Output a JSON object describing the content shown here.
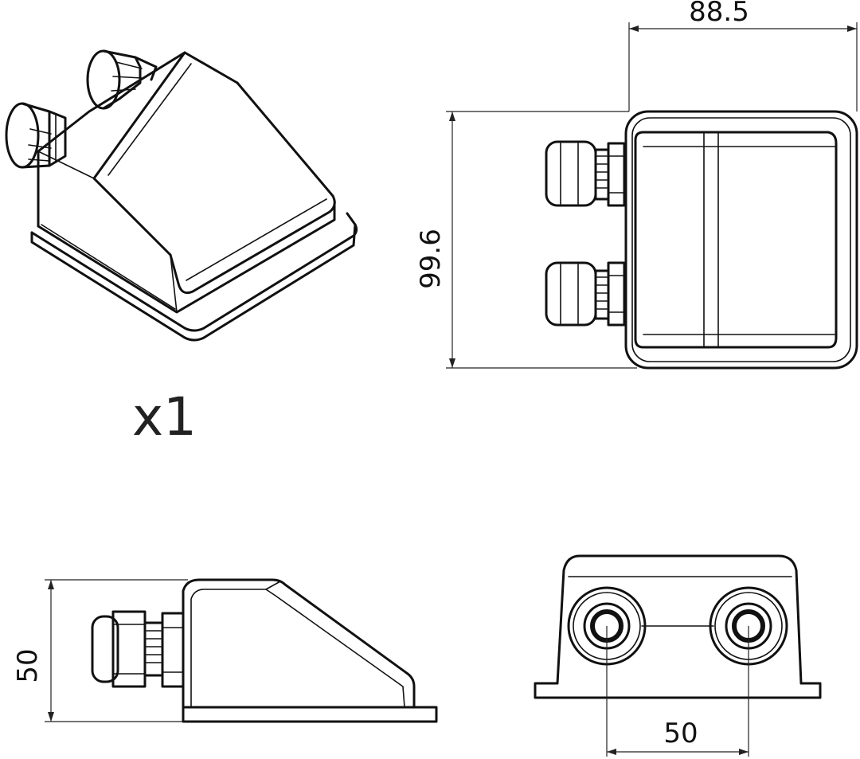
{
  "dimensions": {
    "width_top": "88.5",
    "depth_top": "99.6",
    "height_side": "50",
    "gland_spacing": "50"
  },
  "quantity": "x1",
  "colors": {
    "line": "#111111",
    "background": "#ffffff"
  }
}
